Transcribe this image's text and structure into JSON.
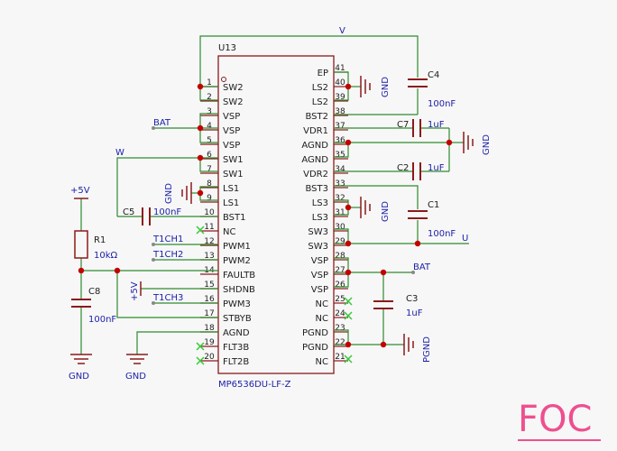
{
  "chip": {
    "designator": "U13",
    "part_number": "MP6536DU-LF-Z",
    "left_pins": [
      {
        "num": "1",
        "name": "SW2"
      },
      {
        "num": "2",
        "name": "SW2"
      },
      {
        "num": "3",
        "name": "VSP"
      },
      {
        "num": "4",
        "name": "VSP"
      },
      {
        "num": "5",
        "name": "VSP"
      },
      {
        "num": "6",
        "name": "SW1"
      },
      {
        "num": "7",
        "name": "SW1"
      },
      {
        "num": "8",
        "name": "LS1"
      },
      {
        "num": "9",
        "name": "LS1"
      },
      {
        "num": "10",
        "name": "BST1"
      },
      {
        "num": "11",
        "name": "NC"
      },
      {
        "num": "12",
        "name": "PWM1"
      },
      {
        "num": "13",
        "name": "PWM2"
      },
      {
        "num": "14",
        "name": "FAULTB"
      },
      {
        "num": "15",
        "name": "SHDNB"
      },
      {
        "num": "16",
        "name": "PWM3"
      },
      {
        "num": "17",
        "name": "STBYB"
      },
      {
        "num": "18",
        "name": "AGND"
      },
      {
        "num": "19",
        "name": "FLT3B"
      },
      {
        "num": "20",
        "name": "FLT2B"
      }
    ],
    "right_pins": [
      {
        "num": "41",
        "name": "EP"
      },
      {
        "num": "40",
        "name": "LS2"
      },
      {
        "num": "39",
        "name": "LS2"
      },
      {
        "num": "38",
        "name": "BST2"
      },
      {
        "num": "37",
        "name": "VDR1"
      },
      {
        "num": "36",
        "name": "AGND"
      },
      {
        "num": "35",
        "name": "AGND"
      },
      {
        "num": "34",
        "name": "VDR2"
      },
      {
        "num": "33",
        "name": "BST3"
      },
      {
        "num": "32",
        "name": "LS3"
      },
      {
        "num": "31",
        "name": "LS3"
      },
      {
        "num": "30",
        "name": "SW3"
      },
      {
        "num": "29",
        "name": "SW3"
      },
      {
        "num": "28",
        "name": "VSP"
      },
      {
        "num": "27",
        "name": "VSP"
      },
      {
        "num": "26",
        "name": "VSP"
      },
      {
        "num": "25",
        "name": "NC"
      },
      {
        "num": "24",
        "name": "NC"
      },
      {
        "num": "23",
        "name": "PGND"
      },
      {
        "num": "22",
        "name": "PGND"
      },
      {
        "num": "21",
        "name": "NC"
      }
    ]
  },
  "nets": {
    "v": "V",
    "w": "W",
    "u": "U",
    "bat_left": "BAT",
    "bat_right": "BAT",
    "t1ch1": "T1CH1",
    "t1ch2": "T1CH2",
    "t1ch3": "T1CH3",
    "plus5v_r1": "+5V",
    "plus5v_shdn": "+5V"
  },
  "components": {
    "c4": {
      "ref": "C4",
      "value": "100nF"
    },
    "c7": {
      "ref": "C7",
      "value": "1uF"
    },
    "c2": {
      "ref": "C2",
      "value": "1uF"
    },
    "c1": {
      "ref": "C1",
      "value": "100nF"
    },
    "c3": {
      "ref": "C3",
      "value": "1uF"
    },
    "c5": {
      "ref": "C5",
      "value": "100nF"
    },
    "c8": {
      "ref": "C8",
      "value": "100nF"
    },
    "r1": {
      "ref": "R1",
      "value": "10kΩ"
    }
  },
  "grounds": {
    "ls2": "GND",
    "agnd": "GND",
    "ls1": "GND",
    "ls3": "GND",
    "pgnd": "PGND",
    "c8": "GND",
    "pin18": "GND"
  },
  "watermark": "FOC",
  "colors": {
    "wire": "#2e8b2e",
    "pin": "#8b1a1a",
    "junction": "#c40000",
    "symbol": "#8b1a1a",
    "net_label": "#1b1fa8",
    "no_connect": "#39c839",
    "watermark": "#ee4f8f",
    "background": "#f7f7f7"
  }
}
